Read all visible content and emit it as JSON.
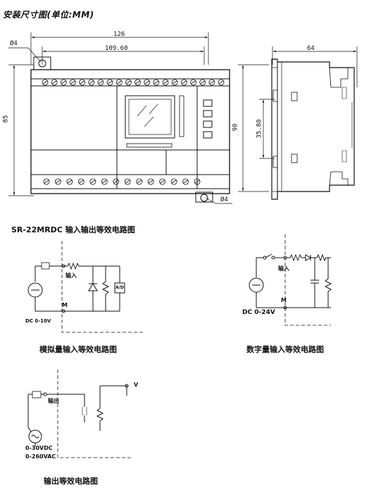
{
  "title": "安装尺寸图(单位:MM)",
  "dimensions": {
    "overall_width": "126",
    "inner_width": "109.60",
    "hole_dia_top": "Ø4",
    "hole_dia_bottom": "Ø4",
    "height": "85",
    "depth": "64",
    "side_height": "90",
    "rail_width": "35.80"
  },
  "section_title": "SR-22MRDC 输入输出等效电路图",
  "analog": {
    "caption": "模拟量输入等效电路图",
    "input": "输入",
    "m": "M",
    "ad": "A/D",
    "supply": "DC 0-10V"
  },
  "digital": {
    "caption": "数字量输入等效电路图",
    "input": "输入",
    "m": "M",
    "supply": "DC 0-24V"
  },
  "output": {
    "caption": "输出等效电路图",
    "out": "输出",
    "v": "V",
    "supply1": "0-30VDC",
    "supply2": "0-260VAC"
  }
}
